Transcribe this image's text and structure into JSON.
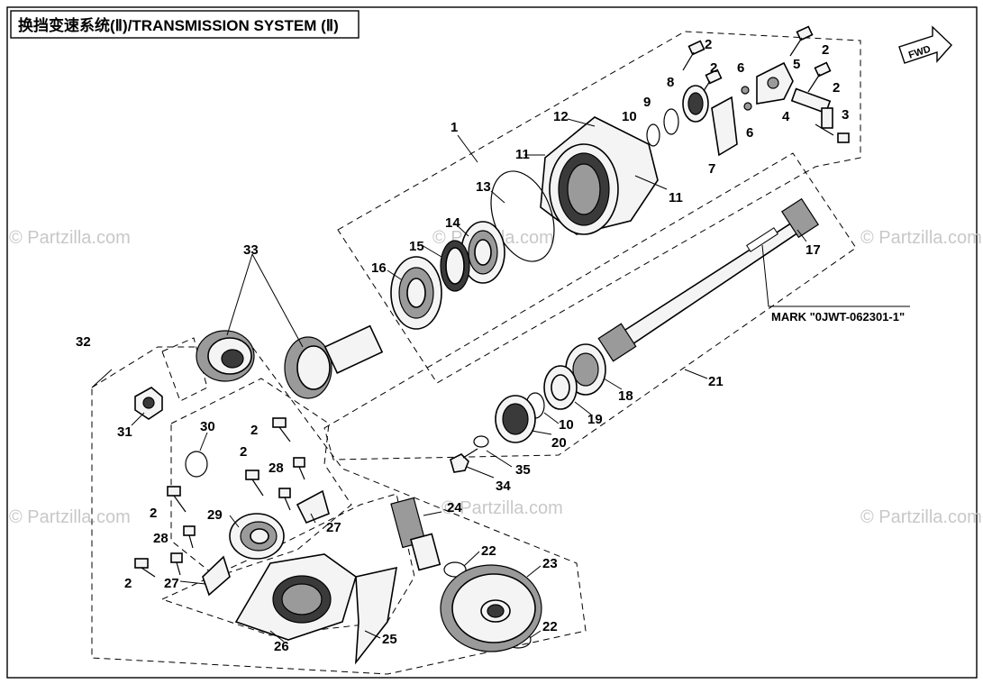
{
  "title": "换挡变速系统(Ⅱ)/TRANSMISSION SYSTEM (Ⅱ)",
  "fwd_label": "FWD",
  "mark_label": "MARK \"0JWT-062301-1\"",
  "watermark": "© Partzilla.com",
  "callouts": {
    "c1": "1",
    "c2": "2",
    "c3": "3",
    "c4": "4",
    "c5": "5",
    "c6": "6",
    "c7": "7",
    "c8": "8",
    "c9": "9",
    "c10": "10",
    "c11": "11",
    "c12": "12",
    "c13": "13",
    "c14": "14",
    "c15": "15",
    "c16": "16",
    "c17": "17",
    "c18": "18",
    "c19": "19",
    "c20": "20",
    "c21": "21",
    "c22": "22",
    "c23": "23",
    "c24": "24",
    "c25": "25",
    "c26": "26",
    "c27": "27",
    "c28": "28",
    "c29": "29",
    "c30": "30",
    "c31": "31",
    "c32": "32",
    "c33": "33",
    "c34": "34",
    "c35": "35"
  }
}
